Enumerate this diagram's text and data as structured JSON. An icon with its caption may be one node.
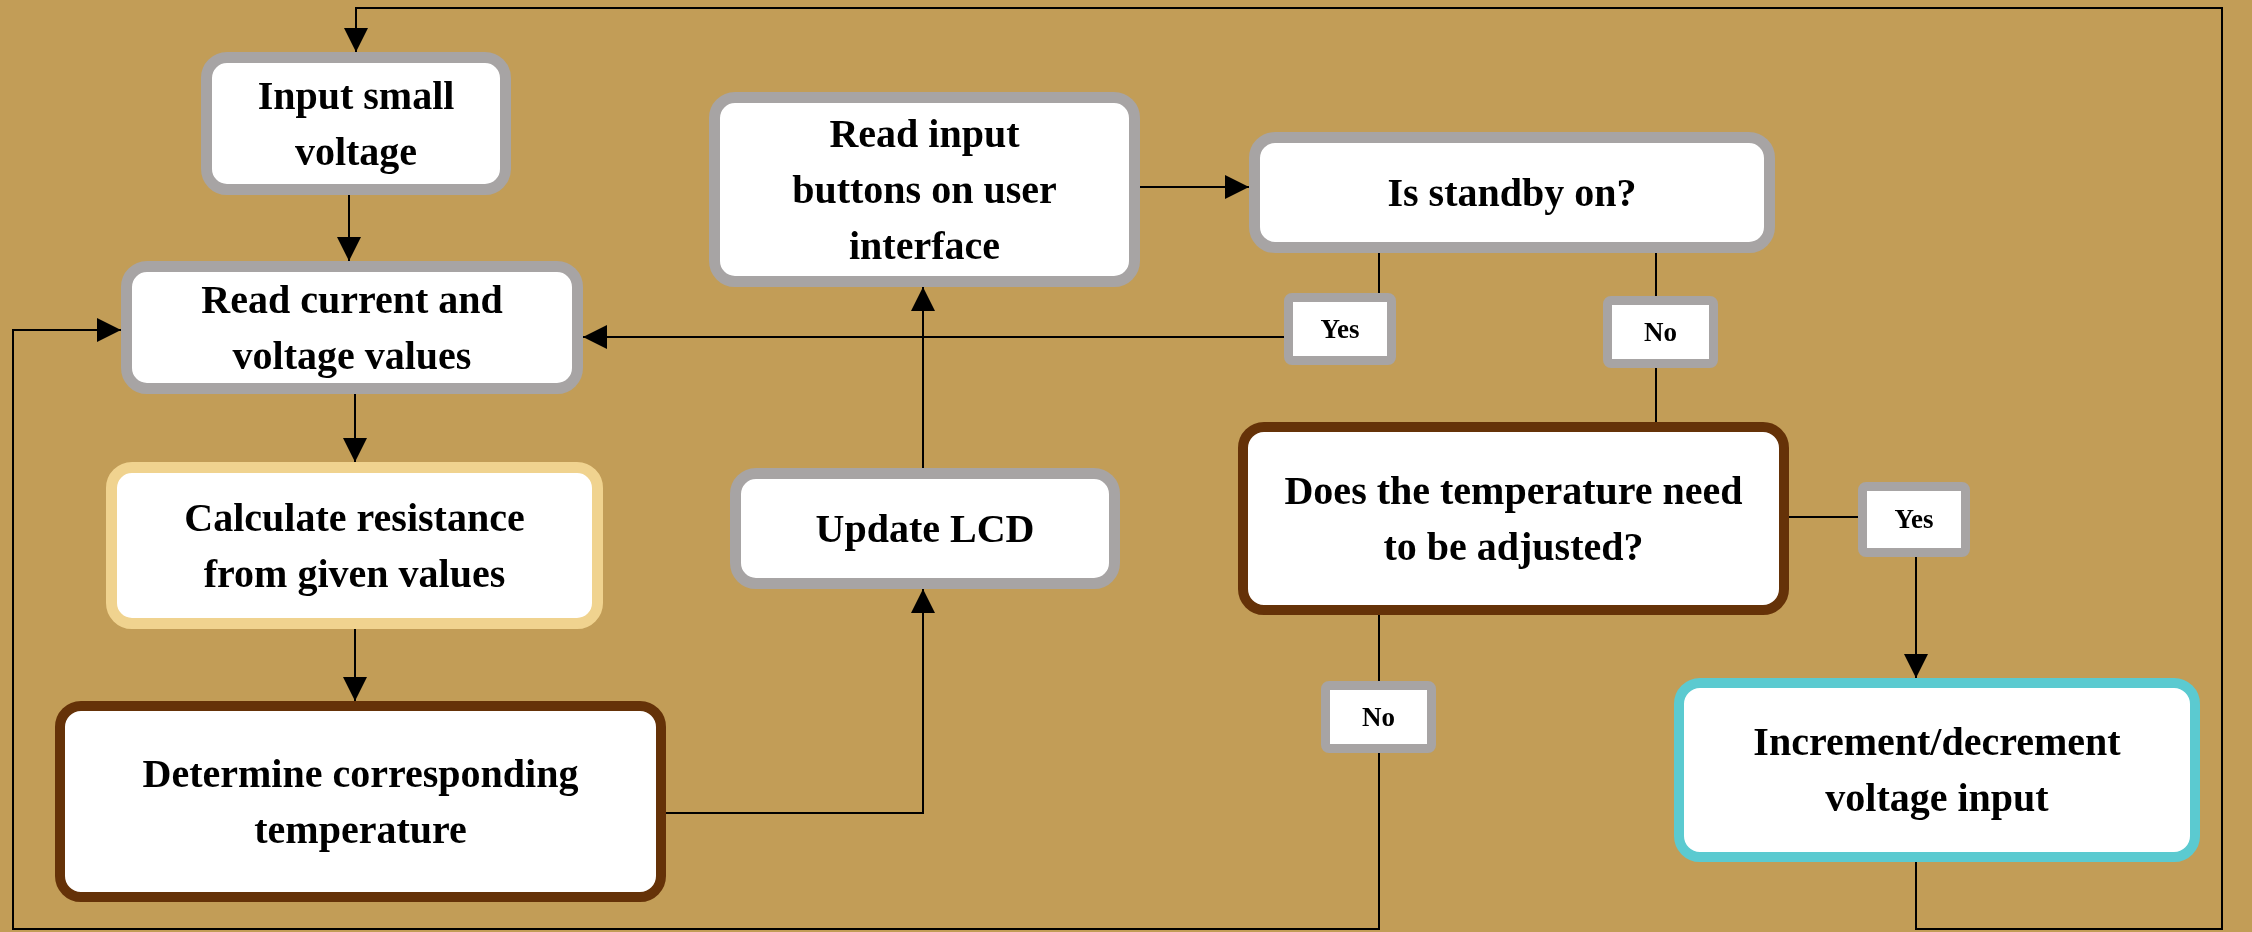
{
  "diagram": {
    "nodes": [
      {
        "text": [
          "Input small voltage"
        ]
      },
      {
        "text": [
          "Read current and voltage values"
        ]
      },
      {
        "text": [
          "Calculate resistance from given values"
        ]
      },
      {
        "text": [
          "Determine corresponding temperature"
        ]
      },
      {
        "text": [
          "Update LCD"
        ]
      },
      {
        "text": [
          "Read input buttons on user interface"
        ]
      },
      {
        "text": [
          "Is standby on?"
        ]
      },
      {
        "text": [
          "Does the temperature need to be adjusted?"
        ]
      },
      {
        "text": [
          "Increment/decrement voltage input"
        ]
      }
    ],
    "edges": [
      {
        "from": 0,
        "to": 1,
        "arrow": "to"
      },
      {
        "from": 1,
        "to": 2,
        "arrow": "to"
      },
      {
        "from": 2,
        "to": 3,
        "arrow": "to"
      },
      {
        "from": 3,
        "to": 4,
        "arrow": "to"
      },
      {
        "from": 4,
        "to": 5,
        "arrow": "to"
      },
      {
        "from": 5,
        "to": 6,
        "arrow": "to"
      },
      {
        "from": 6,
        "to": 1,
        "arrow": "to",
        "label": "Yes"
      },
      {
        "from": 6,
        "to": 7,
        "arrow": "none",
        "label": "No"
      },
      {
        "from": 7,
        "to": 8,
        "arrow": "to",
        "label": "Yes"
      },
      {
        "from": 7,
        "to": 1,
        "arrow": "to",
        "label": "No"
      },
      {
        "from": 8,
        "to": 0,
        "arrow": "to"
      }
    ]
  }
}
